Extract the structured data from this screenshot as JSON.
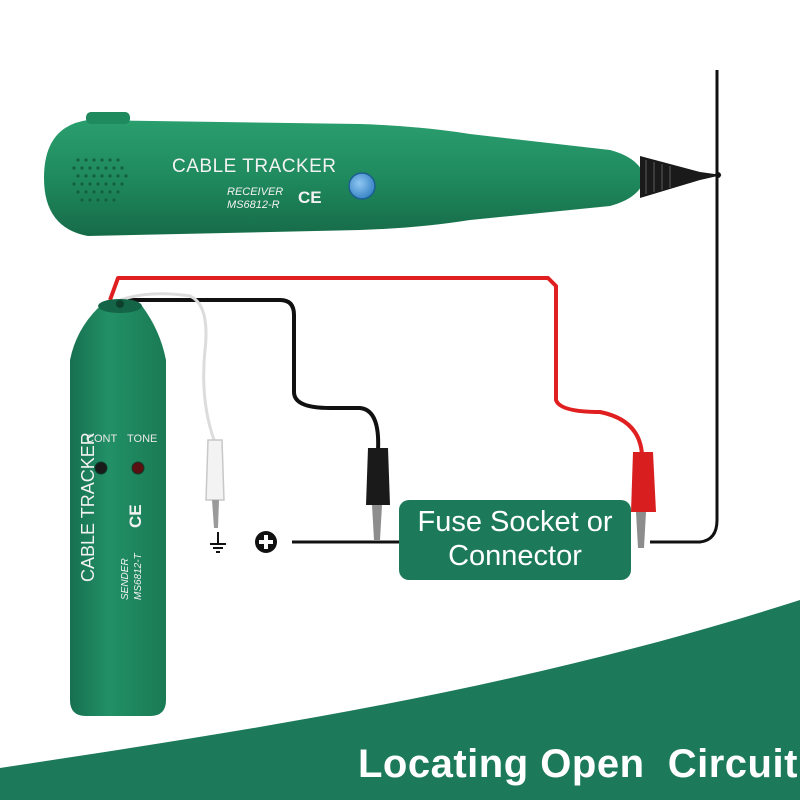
{
  "receiver": {
    "title": "CABLE TRACKER",
    "type_label": "RECEIVER",
    "model": "MS6812-R",
    "mark": "CE"
  },
  "sender": {
    "title": "CABLE TRACKER",
    "type_label": "SENDER",
    "model": "MS6812-T",
    "mark": "CE",
    "led_labels": [
      "CONT",
      "TONE"
    ]
  },
  "component": {
    "line1": "Fuse Socket or",
    "line2": "Connector"
  },
  "symbols": {
    "positive": "+",
    "ground": "ground-symbol"
  },
  "banner": {
    "text": "Locating Open  Circuit"
  },
  "colors": {
    "device_green": "#1e8a5f",
    "brand_green": "#1c7a5a",
    "red_wire": "#e02020",
    "black_wire": "#111111"
  }
}
